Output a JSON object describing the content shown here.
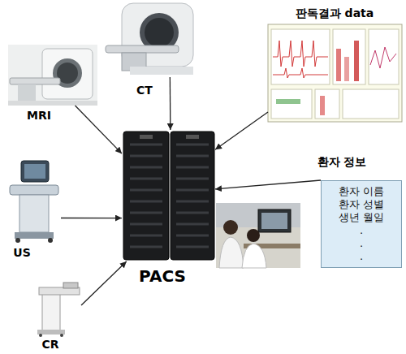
{
  "diagram": {
    "nodes": [
      {
        "text": [
          "CT"
        ]
      },
      {
        "text": [
          "판독결과 data"
        ]
      },
      {
        "text": [
          "MRI"
        ]
      },
      {
        "text": [
          "환자 정보",
          "환자 이름",
          "환자 성별",
          "생년 월일",
          ".",
          ".",
          "."
        ]
      },
      {
        "text": [
          "US"
        ]
      },
      {
        "text": [
          "PACS"
        ]
      },
      {
        "text": [
          "CR"
        ]
      }
    ],
    "edges": [
      {
        "from": 0,
        "to": 5,
        "arrow": "to"
      },
      {
        "from": 1,
        "to": 5,
        "arrow": "to"
      },
      {
        "from": 2,
        "to": 5,
        "arrow": "to"
      },
      {
        "from": 3,
        "to": 5,
        "arrow": "to"
      },
      {
        "from": 4,
        "to": 5,
        "arrow": "to"
      },
      {
        "from": 6,
        "to": 5,
        "arrow": "to"
      }
    ]
  }
}
